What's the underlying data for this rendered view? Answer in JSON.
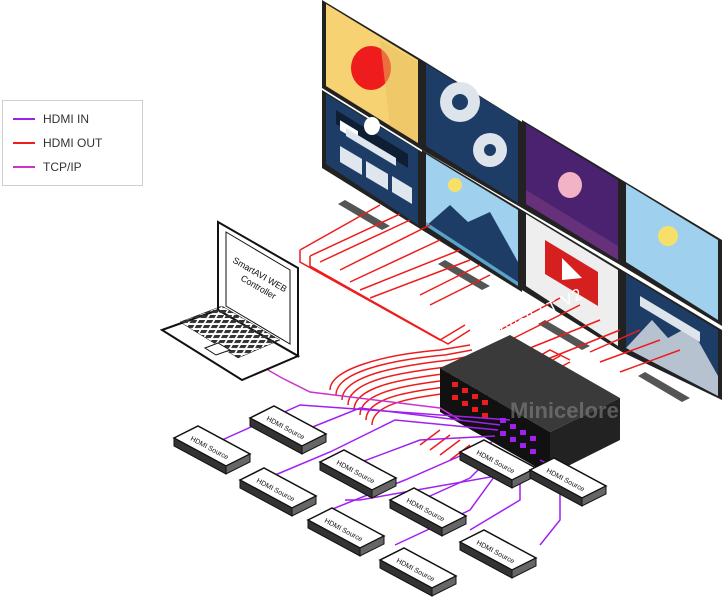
{
  "legend": {
    "items": [
      {
        "label": "HDMI IN",
        "color": "#a020f0"
      },
      {
        "label": "HDMI OUT",
        "color": "#ee1c1c"
      },
      {
        "label": "TCP/IP",
        "color": "#cc33cc"
      }
    ]
  },
  "laptop": {
    "screen_text_line1": "SmartAVI WEB",
    "screen_text_line2": "Controller"
  },
  "device": {
    "label": "MXwall LT V2",
    "watermark": "Minicelore"
  },
  "sources": {
    "label": "HDMI Source",
    "count": 10
  },
  "colors": {
    "hdmi_in": "#a020f0",
    "hdmi_out": "#ee1c1c",
    "tcpip": "#cc33cc",
    "device_body": "#1a1a1a"
  },
  "icons": [
    "laptop-icon",
    "hdmi-source-box-icon",
    "video-wall-monitor-icon",
    "matrix-switch-icon"
  ]
}
